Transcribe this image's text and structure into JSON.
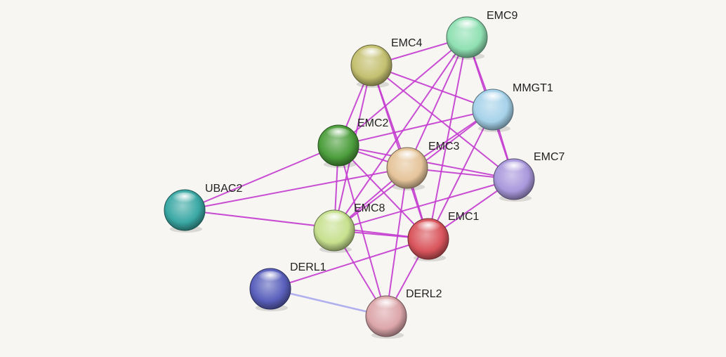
{
  "network": {
    "nodes": [
      {
        "id": "EMC9",
        "label": "EMC9",
        "color": "#8fe0b2"
      },
      {
        "id": "EMC4",
        "label": "EMC4",
        "color": "#c4c070"
      },
      {
        "id": "MMGT1",
        "label": "MMGT1",
        "color": "#a6d2ea"
      },
      {
        "id": "EMC2",
        "label": "EMC2",
        "color": "#4c9e3c"
      },
      {
        "id": "EMC3",
        "label": "EMC3",
        "color": "#e5c49a"
      },
      {
        "id": "EMC7",
        "label": "EMC7",
        "color": "#a998dc"
      },
      {
        "id": "UBAC2",
        "label": "UBAC2",
        "color": "#3aa8a4"
      },
      {
        "id": "EMC8",
        "label": "EMC8",
        "color": "#c6e08e"
      },
      {
        "id": "EMC1",
        "label": "EMC1",
        "color": "#d9555c"
      },
      {
        "id": "DERL1",
        "label": "DERL1",
        "color": "#5a60bc"
      },
      {
        "id": "DERL2",
        "label": "DERL2",
        "color": "#dca6aa"
      }
    ],
    "edges": [
      {
        "source": "EMC9",
        "target": "EMC4"
      },
      {
        "source": "EMC9",
        "target": "EMC2"
      },
      {
        "source": "EMC9",
        "target": "EMC3"
      },
      {
        "source": "EMC9",
        "target": "EMC8"
      },
      {
        "source": "EMC9",
        "target": "EMC1"
      },
      {
        "source": "EMC9",
        "target": "EMC7"
      },
      {
        "source": "EMC9",
        "target": "MMGT1"
      },
      {
        "source": "EMC4",
        "target": "MMGT1"
      },
      {
        "source": "EMC4",
        "target": "EMC2"
      },
      {
        "source": "EMC4",
        "target": "EMC3"
      },
      {
        "source": "EMC4",
        "target": "EMC8"
      },
      {
        "source": "EMC4",
        "target": "EMC1"
      },
      {
        "source": "EMC4",
        "target": "EMC7"
      },
      {
        "source": "MMGT1",
        "target": "EMC2"
      },
      {
        "source": "MMGT1",
        "target": "EMC3"
      },
      {
        "source": "MMGT1",
        "target": "EMC8"
      },
      {
        "source": "MMGT1",
        "target": "EMC1"
      },
      {
        "source": "MMGT1",
        "target": "EMC7"
      },
      {
        "source": "EMC2",
        "target": "EMC3"
      },
      {
        "source": "EMC2",
        "target": "EMC7"
      },
      {
        "source": "EMC2",
        "target": "EMC8"
      },
      {
        "source": "EMC2",
        "target": "EMC1"
      },
      {
        "source": "EMC2",
        "target": "UBAC2"
      },
      {
        "source": "EMC2",
        "target": "DERL2"
      },
      {
        "source": "EMC3",
        "target": "EMC7"
      },
      {
        "source": "EMC3",
        "target": "EMC8"
      },
      {
        "source": "EMC3",
        "target": "EMC1"
      },
      {
        "source": "EMC3",
        "target": "UBAC2"
      },
      {
        "source": "EMC3",
        "target": "DERL2"
      },
      {
        "source": "EMC7",
        "target": "EMC8"
      },
      {
        "source": "EMC7",
        "target": "EMC1"
      },
      {
        "source": "UBAC2",
        "target": "EMC1"
      },
      {
        "source": "EMC8",
        "target": "EMC1"
      },
      {
        "source": "EMC8",
        "target": "DERL2"
      },
      {
        "source": "EMC1",
        "target": "DERL1"
      },
      {
        "source": "EMC1",
        "target": "DERL2"
      },
      {
        "source": "DERL1",
        "target": "DERL2",
        "color": "#a9a9ee"
      }
    ],
    "edge_color": "#c33bcf"
  }
}
